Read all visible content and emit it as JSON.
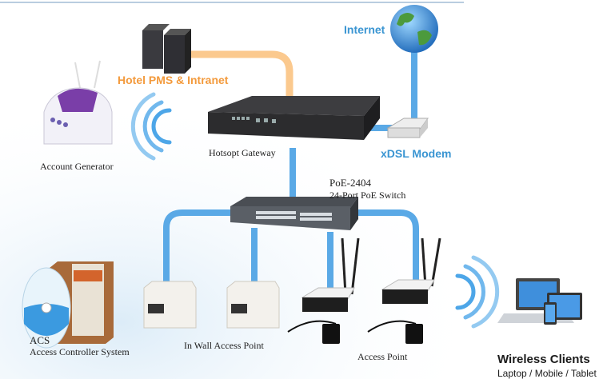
{
  "nodes": {
    "internet": "Internet",
    "hotel_pms": "Hotel PMS & Intranet",
    "gateway": "Hotsopt Gateway",
    "account_generator": "Account Generator",
    "modem": "xDSL Modem",
    "switch_model": "PoE-2404",
    "switch_desc": "24-Port PoE Switch",
    "acs_short": "ACS",
    "acs_full": "Access Controller System",
    "in_wall_ap": "In Wall Access Point",
    "access_point": "Access Point",
    "clients_title": "Wireless Clients",
    "clients_sub": "Laptop / Mobile / Tablet"
  },
  "colors": {
    "wired_link": "#5aa9e6",
    "intranet_link": "#fbc98e",
    "wireless_signal": "#4da6e8",
    "label_blue": "#3a95d2",
    "label_orange": "#f39a3c"
  }
}
